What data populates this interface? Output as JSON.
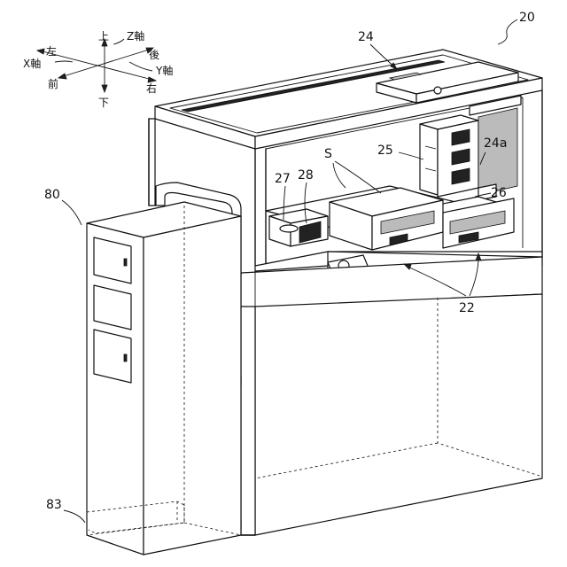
{
  "axes": {
    "up": "上",
    "z_axis": "Z軸",
    "left": "左",
    "back": "後",
    "x_axis": "X軸",
    "y_axis": "Y軸",
    "front": "前",
    "right": "右",
    "down": "下"
  },
  "labels": {
    "ref_20": "20",
    "ref_24": "24",
    "ref_25": "25",
    "ref_24a": "24a",
    "ref_S": "S",
    "ref_27": "27",
    "ref_28": "28",
    "ref_26": "26",
    "ref_80": "80",
    "ref_22": "22",
    "ref_83": "83"
  }
}
